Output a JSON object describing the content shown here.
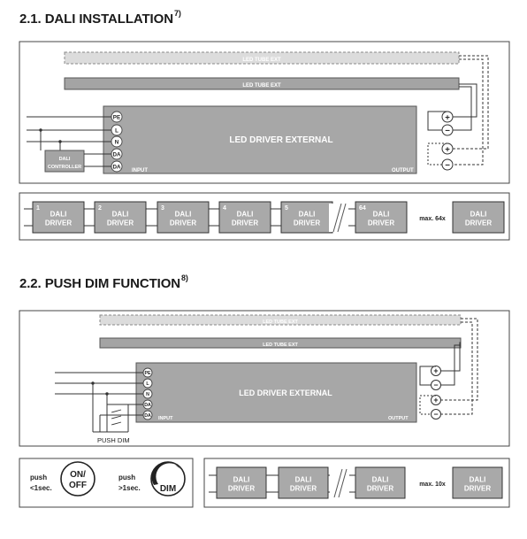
{
  "section1": {
    "number": "2.1.",
    "title": "DALI INSTALLATION",
    "footnote": "7)"
  },
  "section2": {
    "number": "2.2.",
    "title": "PUSH DIM FUNCTION",
    "footnote": "8)"
  },
  "tube_ext_label": "LED TUBE EXT",
  "driver_label": "LED DRIVER EXTERNAL",
  "input_label": "INPUT",
  "output_label": "OUTPUT",
  "terminals": [
    "PE",
    "L",
    "N",
    "DA",
    "DA"
  ],
  "plus_sign": "+",
  "minus_sign": "−",
  "dali_controller": [
    "DALI",
    "CONTROLLER"
  ],
  "push_dim_label": "PUSH DIM",
  "driver_box": [
    "DALI",
    "DRIVER"
  ],
  "chain1": {
    "numbers": [
      "1",
      "2",
      "3",
      "4",
      "5",
      "64"
    ],
    "max_label": "max. 64x"
  },
  "chain2": {
    "max_label": "max. 10x"
  },
  "push_short": [
    "push",
    "<1sec."
  ],
  "push_long": [
    "push",
    ">1sec."
  ],
  "onoff": [
    "ON/",
    "OFF"
  ],
  "dim": "DIM"
}
